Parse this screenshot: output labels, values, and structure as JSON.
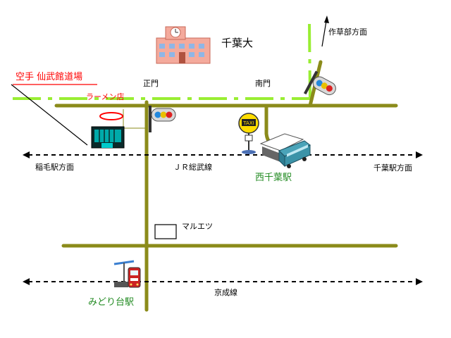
{
  "labels": {
    "university": "千葉大",
    "direction_sakusabe": "作草部方面",
    "dojo": "空手 仙武館道場",
    "ramen": "ラーメン店",
    "main_gate": "正門",
    "south_gate": "南門",
    "direction_inage": "稲毛駅方面",
    "jr_line": "ＪＲ総武線",
    "direction_chiba": "千葉駅方面",
    "station_nishichiba": "西千葉駅",
    "maruetsu": "マルエツ",
    "station_midoridai": "みどり台駅",
    "keisei_line": "京成線",
    "taxi": "TAXI"
  },
  "colors": {
    "road": "#8b8b1a",
    "monorail": "#99ee33",
    "railway": "#000000",
    "dojo": "#ff0000",
    "station_label": "#228b22"
  },
  "icons": [
    "school-building-icon",
    "traffic-signal-icon",
    "taxi-stand-icon",
    "bus-icon",
    "train-icon",
    "dojo-building-icon"
  ]
}
